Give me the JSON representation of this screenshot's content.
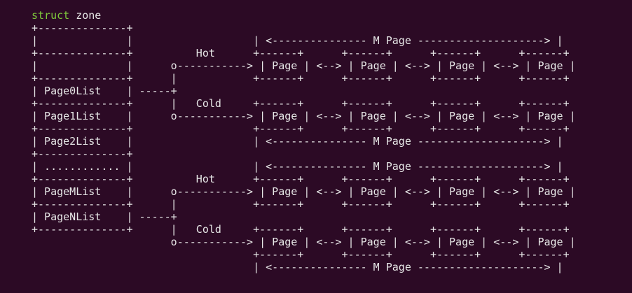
{
  "header": {
    "keyword": "struct",
    "name": " zone",
    "keyword_color": "#7ec83c",
    "text_color": "#e6e6e6",
    "background": "#2c0a25"
  },
  "lines": [
    "+--------------+",
    "|              |                   | <--------------- M Page --------------------> |",
    "+--------------+          Hot      +------+      +------+      +------+      +------+",
    "|              |      o-----------> | Page | <--> | Page | <--> | Page | <--> | Page |",
    "+--------------+      |            +------+      +------+      +------+      +------+",
    "| Page0List    | -----+",
    "+--------------+      |   Cold     +------+      +------+      +------+      +------+",
    "| Page1List    |      o-----------> | Page | <--> | Page | <--> | Page | <--> | Page |",
    "+--------------+                   +------+      +------+      +------+      +------+",
    "| Page2List    |                   | <--------------- M Page --------------------> |",
    "+--------------+",
    "| ............ |                   | <--------------- M Page --------------------> |",
    "+--------------+          Hot      +------+      +------+      +------+      +------+",
    "| PageMList    |      o-----------> | Page | <--> | Page | <--> | Page | <--> | Page |",
    "+--------------+      |            +------+      +------+      +------+      +------+",
    "| PageNList    | -----+",
    "+--------------+      |   Cold     +------+      +------+      +------+      +------+",
    "                      o-----------> | Page | <--> | Page | <--> | Page | <--> | Page |",
    "                                   +------+      +------+      +------+      +------+",
    "                                   | <--------------- M Page --------------------> |"
  ]
}
